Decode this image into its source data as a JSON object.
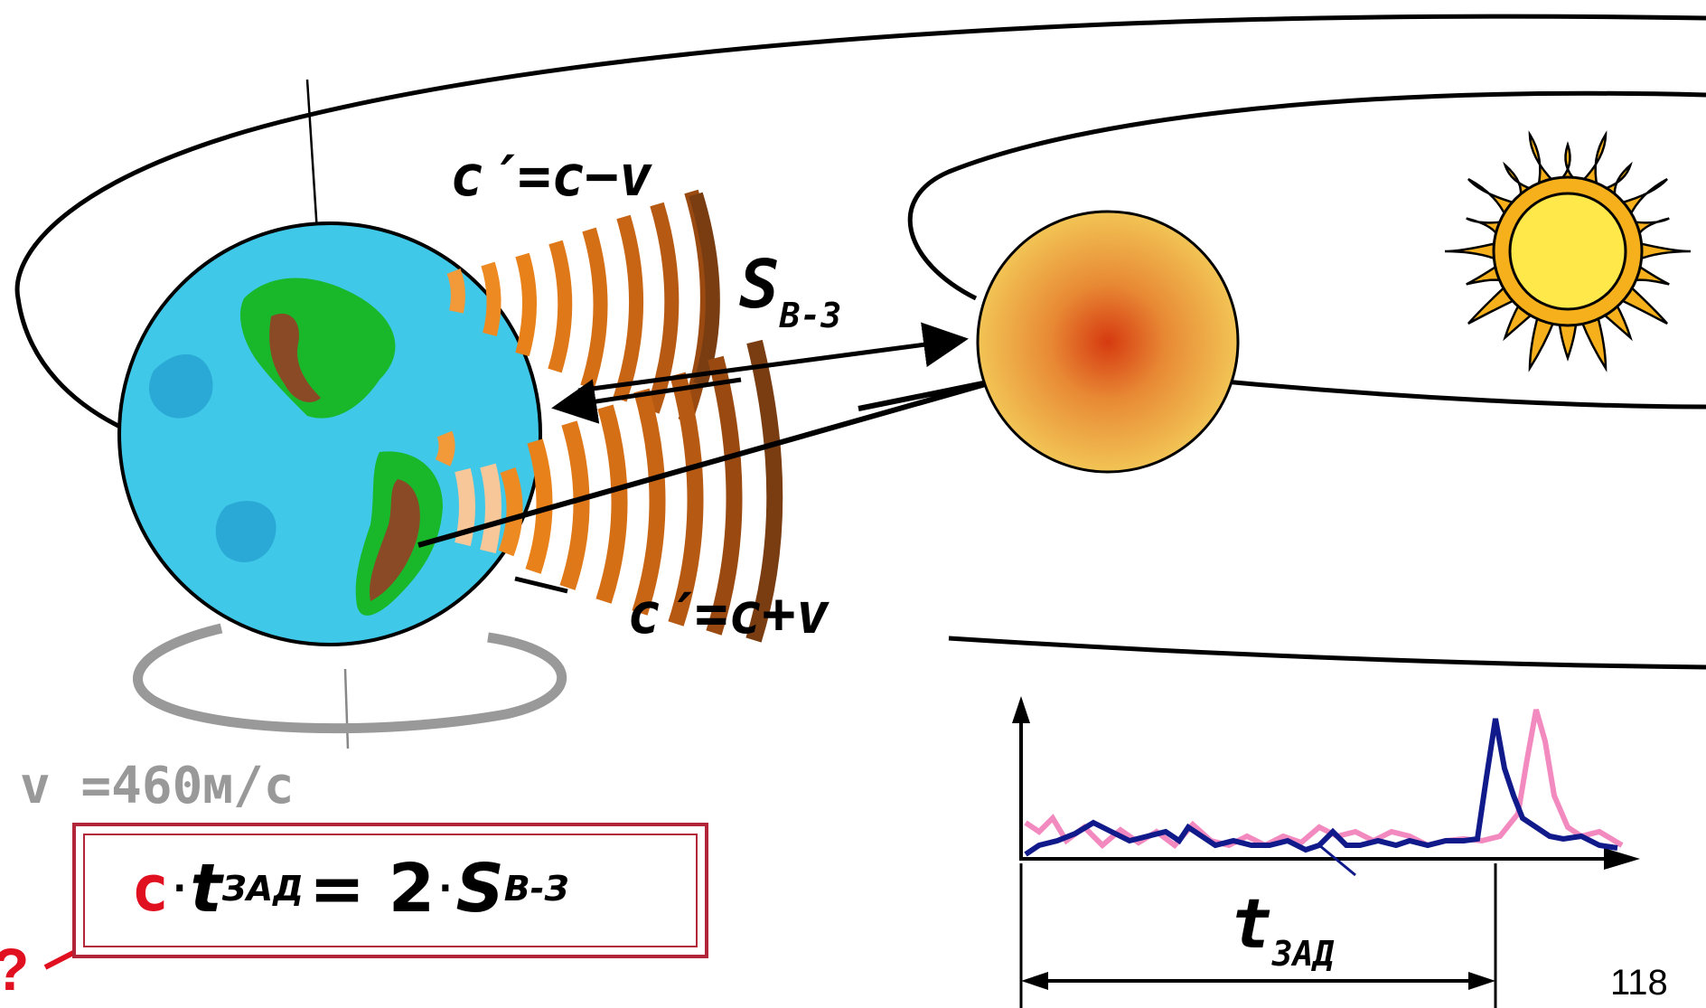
{
  "labels": {
    "c_minus": "c′=c−v",
    "c_plus": "c′=c+v",
    "distance_symbol": "S",
    "distance_sub": "В-З",
    "velocity": "v =460м/с",
    "t_symbol": "t",
    "t_sub": "ЗАД",
    "question": "?"
  },
  "formula": {
    "c": "c",
    "t": "t",
    "t_sub": "ЗАД",
    "equals_two": "= 2",
    "s": "S",
    "s_sub": "В-З"
  },
  "page_number": "118",
  "colors": {
    "earth_ocean": "#3fc8e8",
    "land_green": "#19b82a",
    "land_brown": "#8a4a26",
    "wave_orange": "#e8811a",
    "wave_brown": "#7a3d12",
    "venus_center": "#d63a10",
    "venus_edge": "#f2c455",
    "sun_yellow": "#ffe84a",
    "sun_rays": "#f5b01c",
    "formula_red": "#e01020",
    "box_border": "#b3263a",
    "echo_pink": "#f28ac0",
    "echo_navy": "#101a8a",
    "gray": "#999999"
  }
}
